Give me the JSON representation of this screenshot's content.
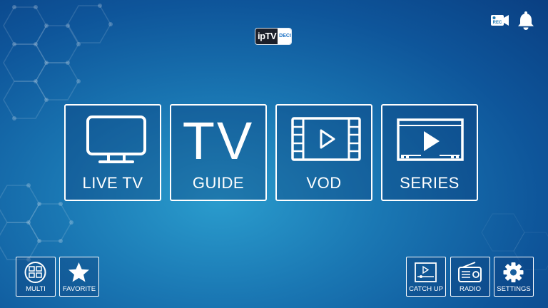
{
  "logo": {
    "part1": "ipTV",
    "part2": "DECO"
  },
  "header_icons": [
    {
      "name": "rec-camera-icon",
      "label": "REC"
    },
    {
      "name": "bell-icon"
    }
  ],
  "tiles": [
    {
      "id": "live-tv",
      "label": "LIVE TV",
      "icon": "tv-screen-icon"
    },
    {
      "id": "guide",
      "label": "GUIDE",
      "glyph": "TV"
    },
    {
      "id": "vod",
      "label": "VOD",
      "icon": "film-play-icon"
    },
    {
      "id": "series",
      "label": "SERIES",
      "icon": "monitor-play-icon"
    }
  ],
  "bottom_left": [
    {
      "id": "multi",
      "label": "MULTI",
      "icon": "multi-screen-icon"
    },
    {
      "id": "favorite",
      "label": "FAVORITE",
      "icon": "star-icon"
    }
  ],
  "bottom_right": [
    {
      "id": "catch-up",
      "label": "CATCH UP",
      "icon": "catchup-player-icon"
    },
    {
      "id": "radio",
      "label": "RADIO",
      "icon": "radio-icon"
    },
    {
      "id": "settings",
      "label": "SETTINGS",
      "icon": "gear-icon"
    }
  ],
  "colors": {
    "background_center": "#2a9ccd",
    "background_edge": "#0a3f82",
    "tile_border": "#ffffff",
    "logo_dark": "#1b1f2a",
    "logo_accent": "#1f73c6"
  }
}
